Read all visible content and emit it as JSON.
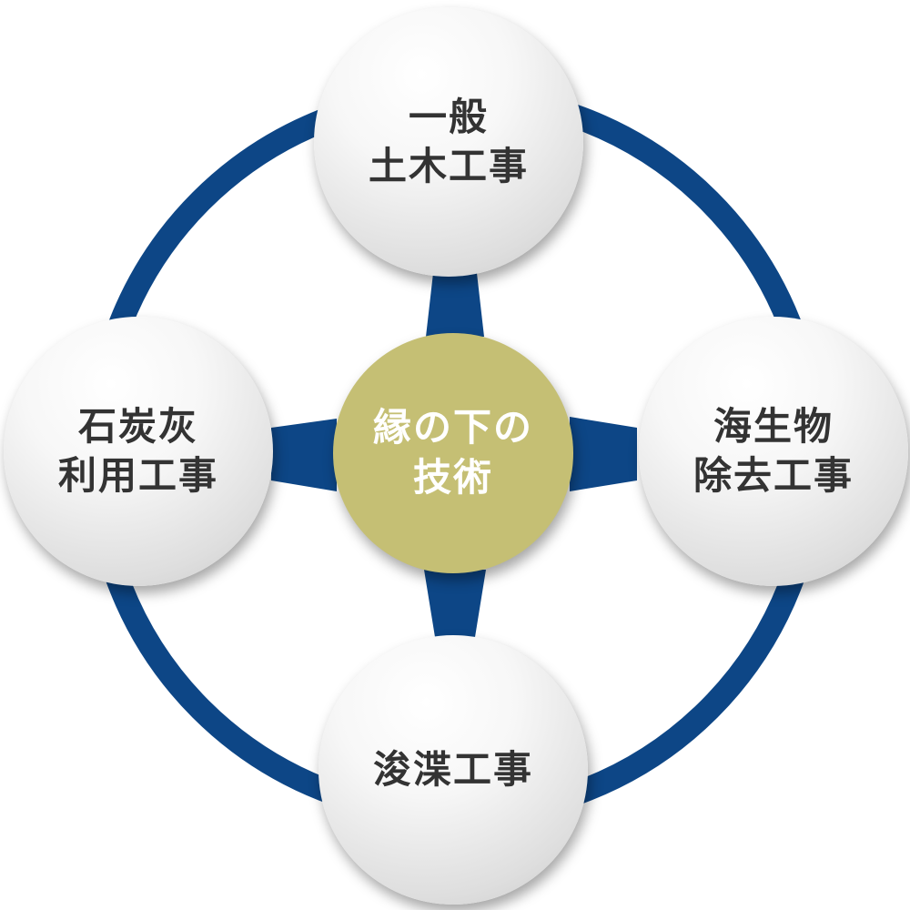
{
  "colors": {
    "ring": "#0d4686",
    "center_fill": "#c5bf74",
    "node_text": "#333333",
    "center_text": "#ffffff"
  },
  "center": {
    "line1": "縁の下の",
    "line2": "技術"
  },
  "nodes": {
    "top": {
      "line1": "一般",
      "line2": "土木工事"
    },
    "left": {
      "line1": "石炭灰",
      "line2": "利用工事"
    },
    "right": {
      "line1": "海生物",
      "line2": "除去工事"
    },
    "bottom": {
      "line1": "浚渫工事"
    }
  }
}
